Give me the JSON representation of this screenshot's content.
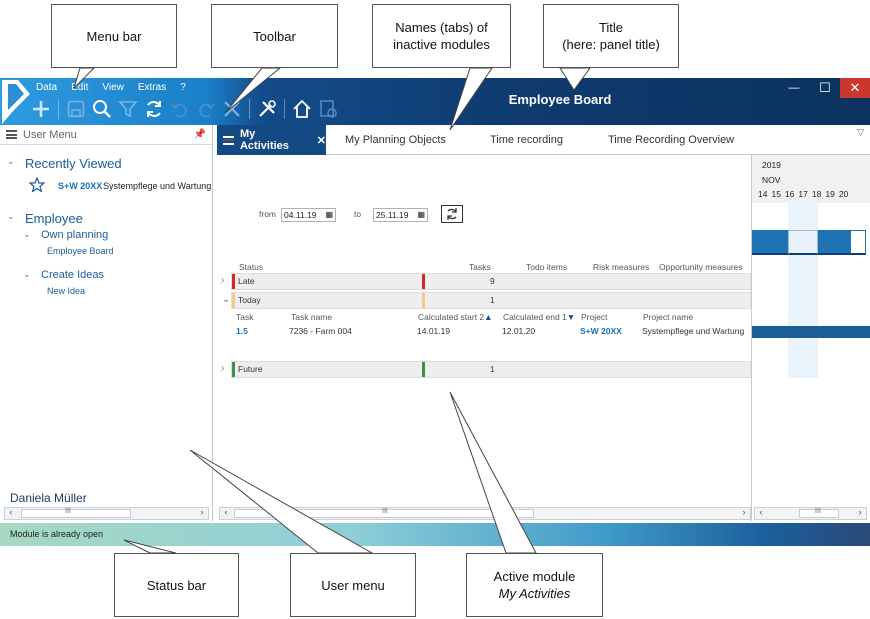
{
  "callouts": {
    "menu_bar": "Menu bar",
    "toolbar": "Toolbar",
    "tab_names_line1": "Names (tabs) of",
    "tab_names_line2": "inactive modules",
    "title_line1": "Title",
    "title_line2": "(here: panel title)",
    "status_bar": "Status bar",
    "user_menu": "User menu",
    "active_module_line1": "Active module",
    "active_module_line2": "My Activities"
  },
  "window": {
    "title": "Employee Board",
    "menu": [
      "Data",
      "Edit",
      "View",
      "Extras",
      "?"
    ],
    "controls": {
      "minimize": "—",
      "maximize": "☐",
      "close": "✕"
    }
  },
  "toolbar_icons": [
    "logo-icon",
    "add-icon",
    "save-icon",
    "search-icon",
    "filter-icon",
    "refresh-icon",
    "undo-icon",
    "redo-icon",
    "cancel-icon",
    "tools-icon",
    "home-icon",
    "report-icon"
  ],
  "user_menu": {
    "header": "User Menu",
    "recently_viewed": "Recently Viewed",
    "recent_item_code": "S+W 20XX",
    "recent_item_name": "Systempflege und Wartung",
    "employee": "Employee",
    "own_planning": "Own planning",
    "employee_board": "Employee Board",
    "create_ideas": "Create Ideas",
    "new_idea": "New Idea",
    "user_name": "Daniela Müller",
    "scroll_thumb": "III"
  },
  "tabs": {
    "active": "My Activities",
    "active_close": "✕",
    "inactive": [
      "My Planning Objects",
      "Time recording",
      "Time Recording Overview"
    ]
  },
  "filters": {
    "from_label": "from",
    "from_value": "04.11.19",
    "to_label": "to",
    "to_value": "25.11.19"
  },
  "grid": {
    "headers": {
      "status": "Status",
      "tasks": "Tasks",
      "todo": "Todo items",
      "risk": "Risk measures",
      "opportunity": "Opportunity measures"
    },
    "groups": [
      {
        "label": "Late",
        "count": "9",
        "color": "#d9232d"
      },
      {
        "label": "Today",
        "count": "1",
        "color": "#f5c98a"
      },
      {
        "label": "Future",
        "count": "1",
        "color": "#3c8f4d"
      }
    ],
    "sub_headers": {
      "task": "Task",
      "task_name": "Task name",
      "calc_start": "Calculated start 2",
      "calc_end": "Calculated end 1",
      "project": "Project",
      "project_name": "Project name"
    },
    "row": {
      "task": "1.5",
      "task_name": "7236 - Farm 004",
      "calc_start": "14.01.19",
      "calc_end": "12.01.20",
      "project": "S+W 20XX",
      "project_name": "Systempflege und Wartung"
    }
  },
  "gantt": {
    "year": "2019",
    "month": "NOV",
    "days": [
      "14",
      "15",
      "16",
      "17",
      "18",
      "19",
      "20"
    ]
  },
  "status_bar": {
    "message": "Module is already open"
  }
}
